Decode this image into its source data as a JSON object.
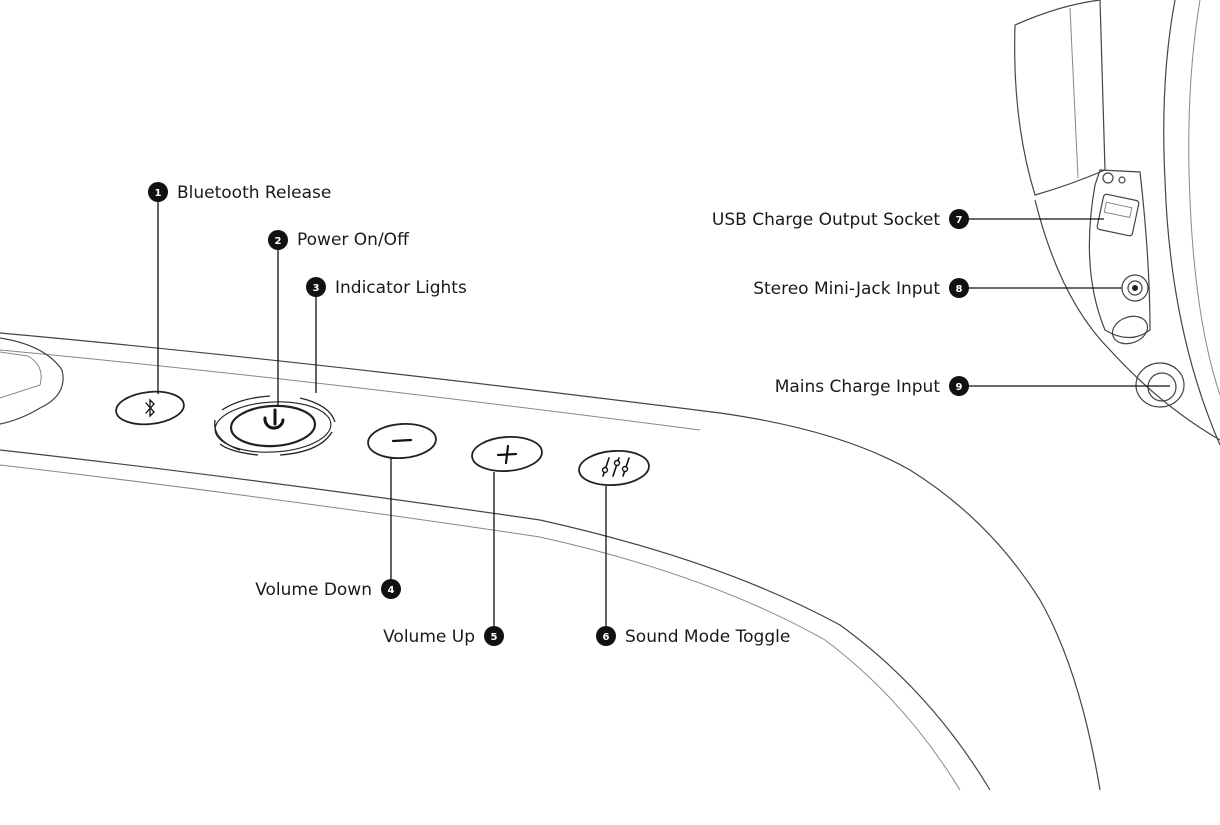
{
  "callouts": [
    {
      "number": "1",
      "label": "Bluetooth Release"
    },
    {
      "number": "2",
      "label": "Power On/Off"
    },
    {
      "number": "3",
      "label": "Indicator Lights"
    },
    {
      "number": "4",
      "label": "Volume Down"
    },
    {
      "number": "5",
      "label": "Volume Up"
    },
    {
      "number": "6",
      "label": "Sound Mode Toggle"
    },
    {
      "number": "7",
      "label": "USB Charge Output Socket"
    },
    {
      "number": "8",
      "label": "Stereo Mini-Jack Input"
    },
    {
      "number": "9",
      "label": "Mains Charge Input"
    }
  ],
  "icons": {
    "bluetooth": "bluetooth-icon",
    "power": "power-icon",
    "minus": "minus-icon",
    "plus": "plus-icon",
    "equalizer": "equalizer-icon"
  }
}
